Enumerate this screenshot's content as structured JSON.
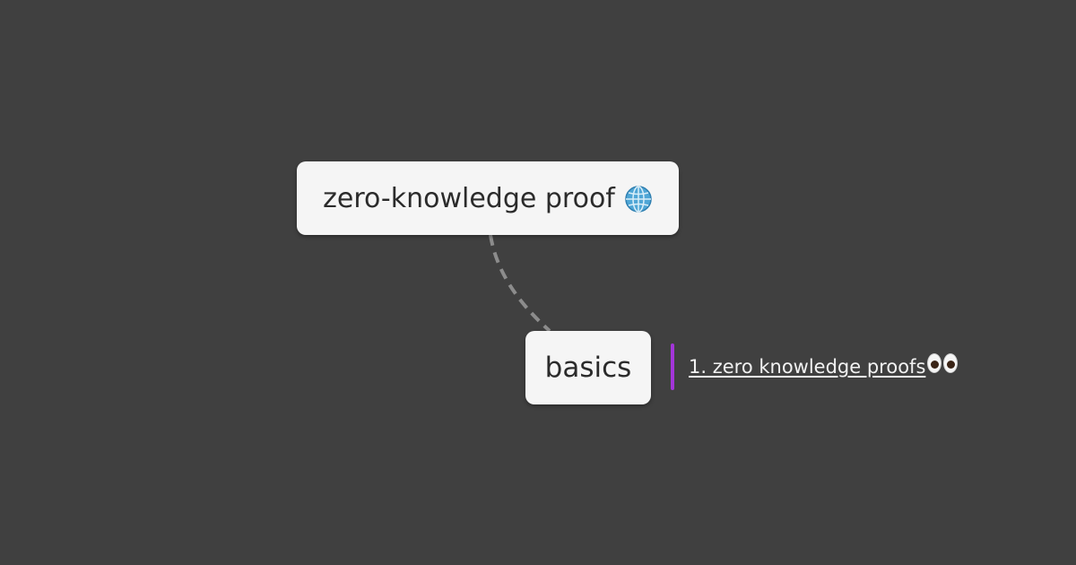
{
  "mindmap": {
    "root": {
      "label": "zero-knowledge proof",
      "icon": "globe-icon"
    },
    "child": {
      "label": "basics",
      "link": {
        "text": "1. zero knowledge proofs ",
        "icon": "eyes-icon",
        "accent_color": "#a335d9"
      }
    }
  },
  "colors": {
    "background": "#404040",
    "node": "#f5f5f5",
    "connector": "#8c8c8c",
    "link_text": "#f2f2f2"
  }
}
